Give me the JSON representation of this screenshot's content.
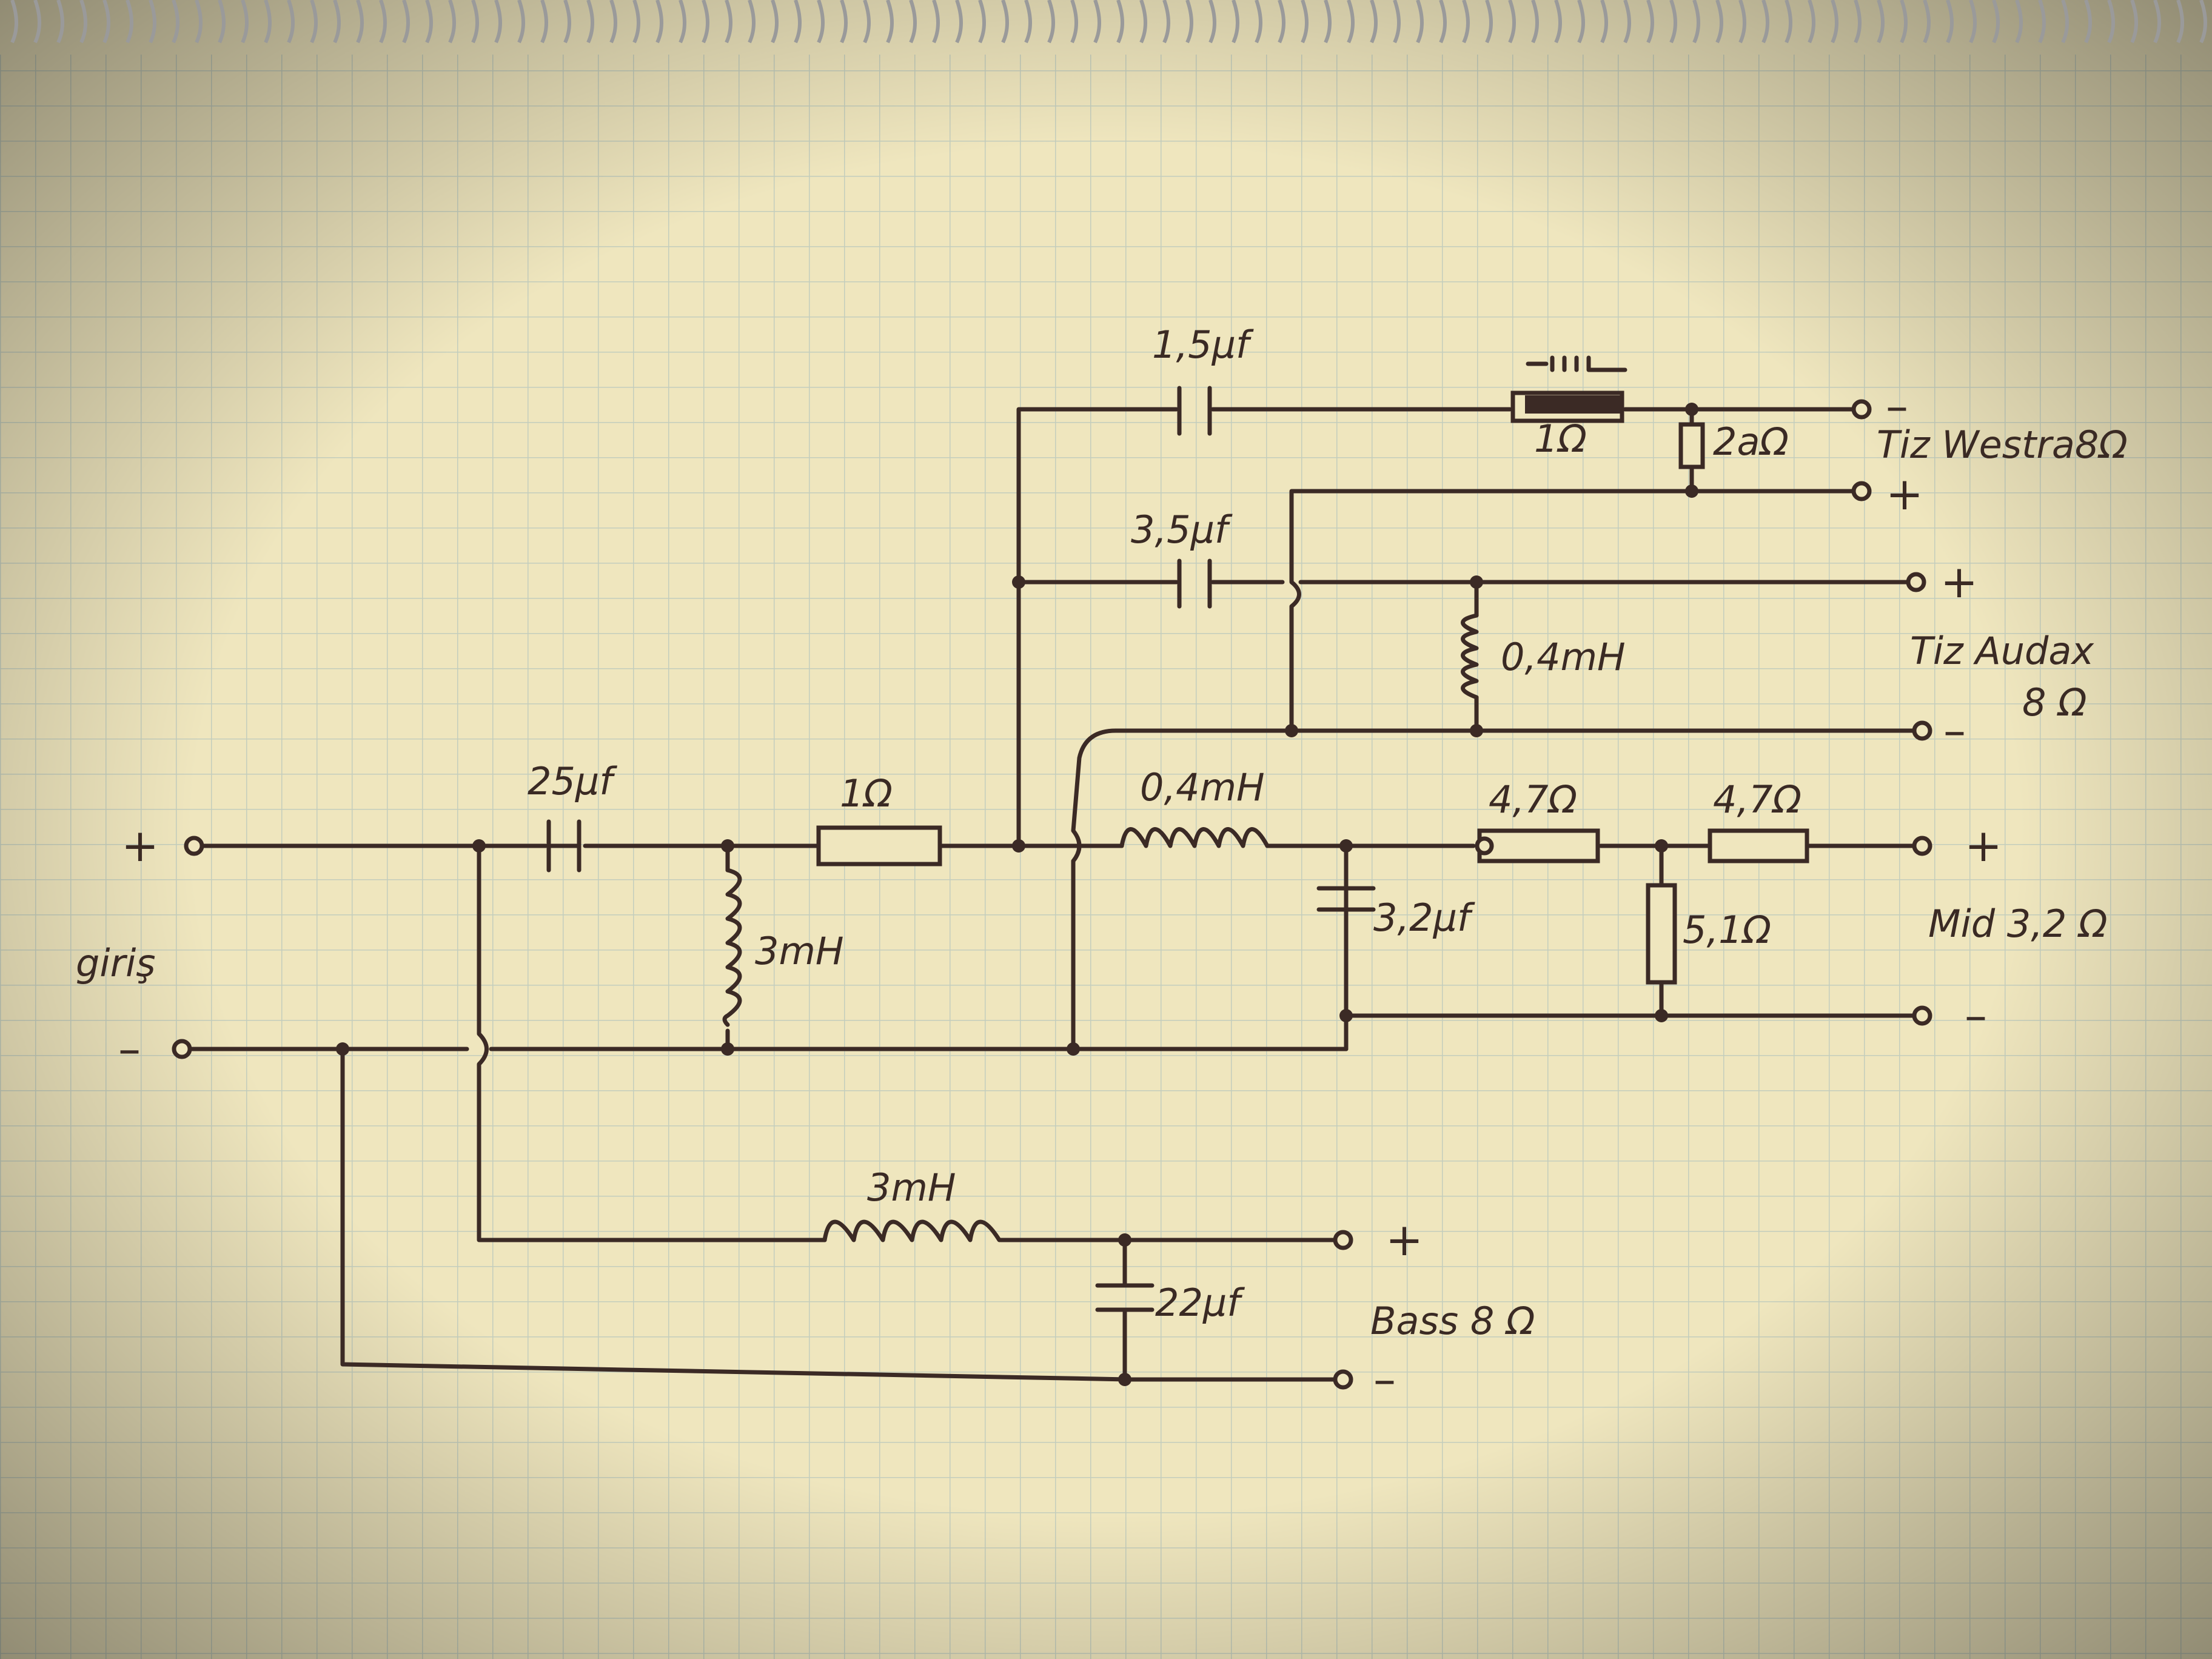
{
  "input": {
    "plus": "+",
    "minus": "–",
    "label": "giriş"
  },
  "components": {
    "c_in": "25μf",
    "l_in": "3mH",
    "r_in": "1Ω",
    "c_tw_westra": "1,5μf",
    "r_tw_westra_series": "1Ω",
    "r_tw_westra_shunt": "2aΩ",
    "c_tw_audax": "3,5μf",
    "l_tw_audax": "0,4mH",
    "l_mid": "0,4mH",
    "c_mid": "3,2μf",
    "r_mid_1": "4,7Ω",
    "r_mid_2": "4,7Ω",
    "r_mid_shunt": "5,1Ω",
    "l_bass": "3mH",
    "c_bass": "22μf"
  },
  "outputs": {
    "tweeter_westra": {
      "label": "Tiz Westra8Ω",
      "plus": "+",
      "minus": "–"
    },
    "tweeter_audax": {
      "label_1": "Tiz Audax",
      "label_2": "8 Ω",
      "plus": "+",
      "minus": "–"
    },
    "mid": {
      "label": "Mid 3,2 Ω",
      "plus": "+",
      "minus": "–"
    },
    "bass": {
      "label": "Bass 8 Ω",
      "plus": "+",
      "minus": "–"
    }
  },
  "colors": {
    "paper": "#efe6be",
    "grid": "#c3cdbd",
    "ink": "#3b2a25",
    "spiral": "#9a9a9a"
  }
}
